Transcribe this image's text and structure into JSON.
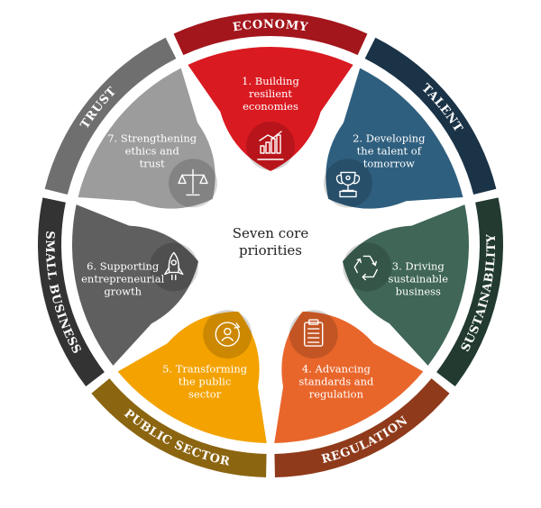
{
  "center": {
    "line1": "Seven core",
    "line2": "priorities"
  },
  "segments": [
    {
      "id": "economy",
      "ring": "ECONOMY",
      "lines": [
        "1. Building",
        "resilient",
        "economies"
      ],
      "color": "#da1a21",
      "ring_color": "#a3161c",
      "icon": "bar-chart-icon"
    },
    {
      "id": "talent",
      "ring": "TALENT",
      "lines": [
        "2. Developing",
        "the talent of",
        "tomorrow"
      ],
      "color": "#2f5f7f",
      "ring_color": "#1b3347",
      "icon": "trophy-icon"
    },
    {
      "id": "sustainability",
      "ring": "SUSTAINABILITY",
      "lines": [
        "3. Driving",
        "sustainable",
        "business"
      ],
      "color": "#3f6656",
      "ring_color": "#223a2f",
      "icon": "recycle-icon"
    },
    {
      "id": "regulation",
      "ring": "REGULATION",
      "lines": [
        "4. Advancing",
        "standards and",
        "regulation"
      ],
      "color": "#e9662b",
      "ring_color": "#8f3a1b",
      "icon": "clipboard-icon"
    },
    {
      "id": "public-sector",
      "ring": "PUBLIC SECTOR",
      "lines": [
        "5. Transforming",
        "the public",
        "sector"
      ],
      "color": "#f3a200",
      "ring_color": "#8b6510",
      "icon": "person-cycle-icon"
    },
    {
      "id": "small-business",
      "ring": "SMALL BUSINESS",
      "lines": [
        "6. Supporting",
        "entrepreneurial",
        "growth"
      ],
      "color": "#5f5f5f",
      "ring_color": "#333333",
      "icon": "rocket-icon"
    },
    {
      "id": "trust",
      "ring": "TRUST",
      "lines": [
        "7. Strengthening",
        "ethics and",
        "trust"
      ],
      "color": "#9c9c9c",
      "ring_color": "#6f6f6f",
      "icon": "scales-icon"
    }
  ]
}
